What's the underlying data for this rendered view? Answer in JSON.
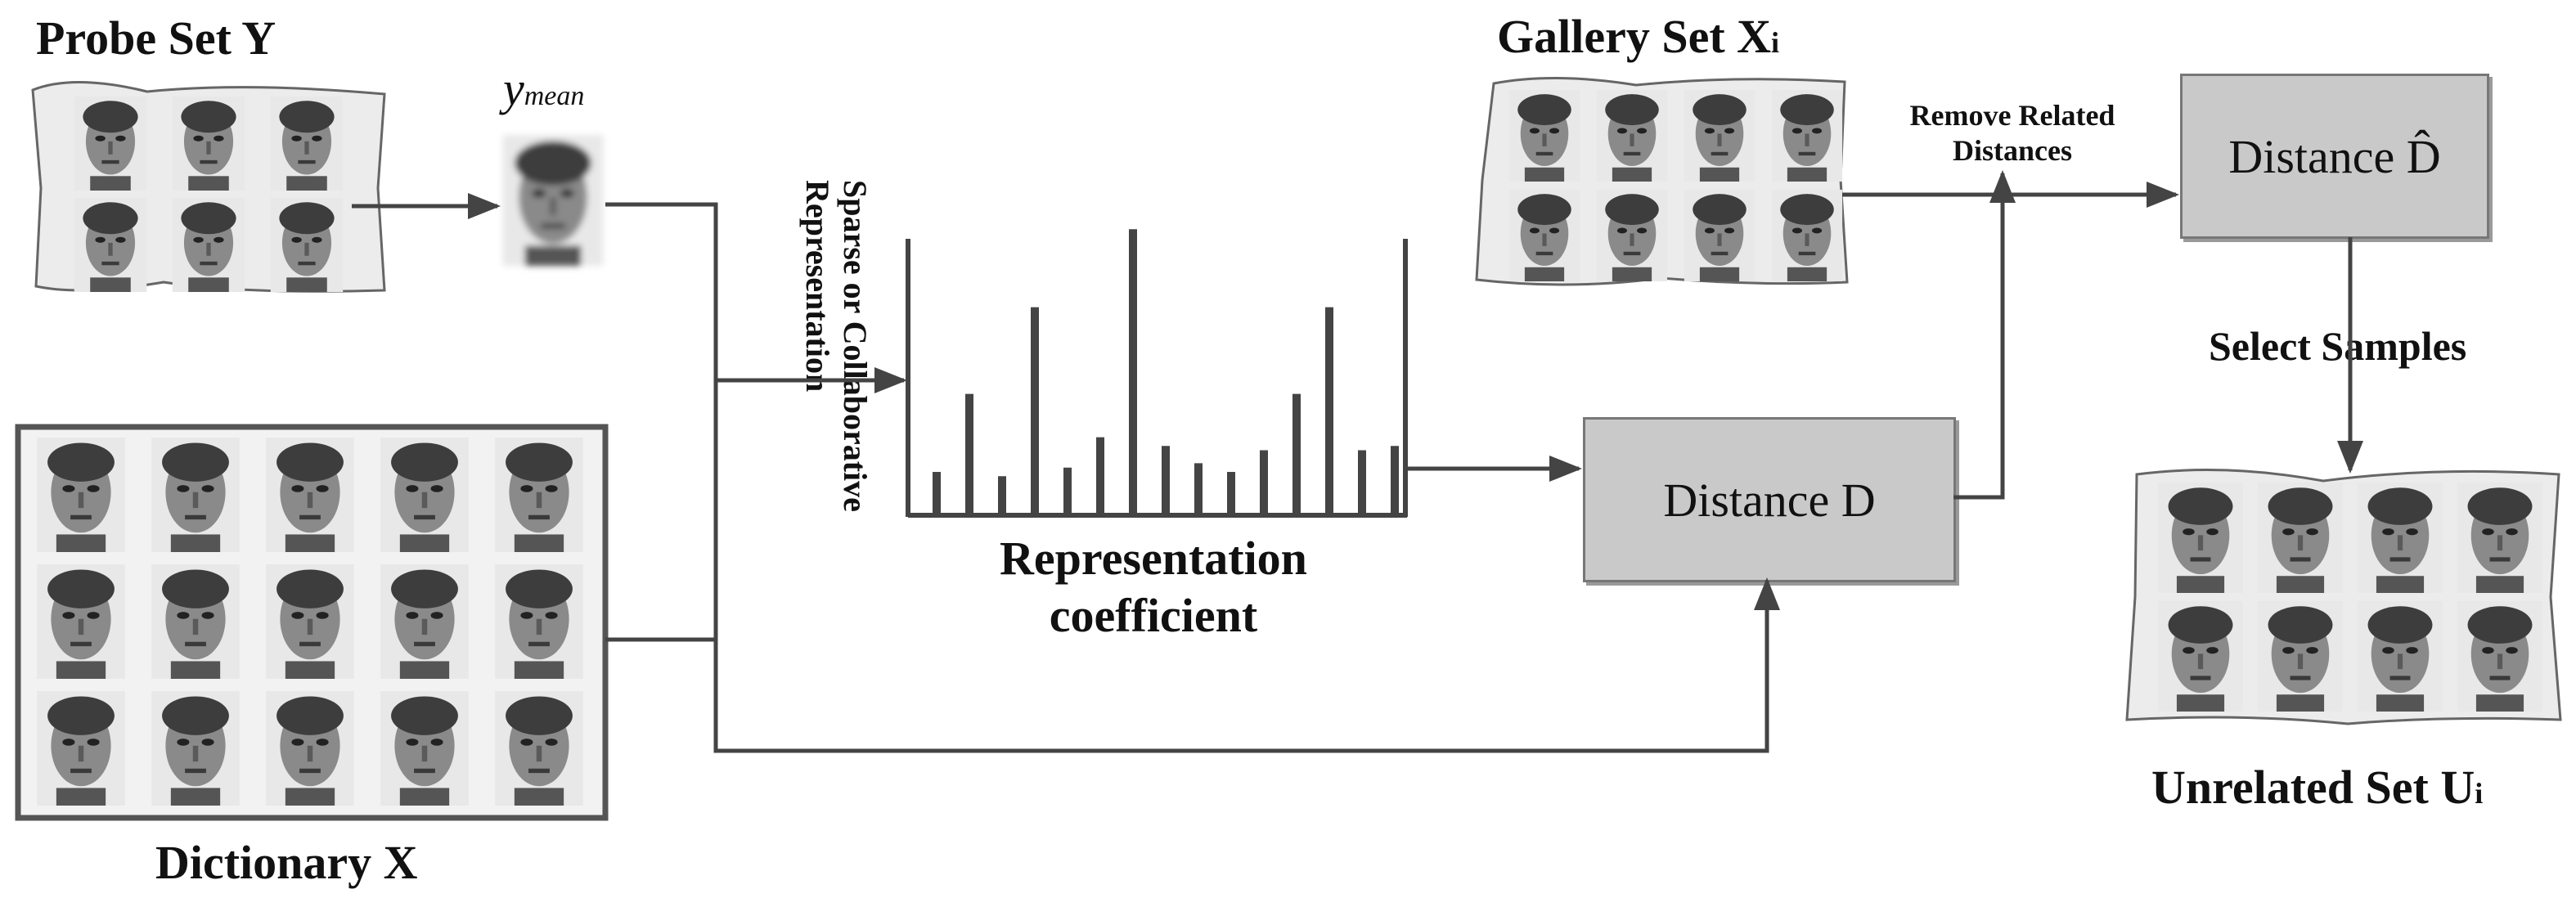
{
  "labels": {
    "probe_set": "Probe Set Y",
    "y_mean_base": "y",
    "y_mean_sub": "mean",
    "sparse_rep": [
      "Sparse or Collaborative",
      "Representation"
    ],
    "rep_coef_line1": "Representation",
    "rep_coef_line2": "coefficient",
    "dictionary": "Dictionary X",
    "gallery_set_base": "Gallery Set X",
    "gallery_set_sub": "i",
    "remove_related_line1": "Remove Related",
    "remove_related_line2": "Distances",
    "distance_hat": "Distance D̂",
    "distance_d": "Distance D",
    "select_samples": "Select  Samples",
    "unrelated_set_base": "Unrelated Set U",
    "unrelated_set_sub": "i"
  },
  "chart_data": {
    "type": "bar",
    "title": "",
    "values": [
      10,
      28,
      9,
      48,
      11,
      18,
      66,
      16,
      12,
      10,
      15,
      28,
      48,
      15,
      16
    ]
  },
  "colors": {
    "line": "#444444",
    "box_fill": "#c9c9c9",
    "face_gray": "#6f6f6f"
  },
  "icons": [
    "face-thumbnail-icon"
  ]
}
